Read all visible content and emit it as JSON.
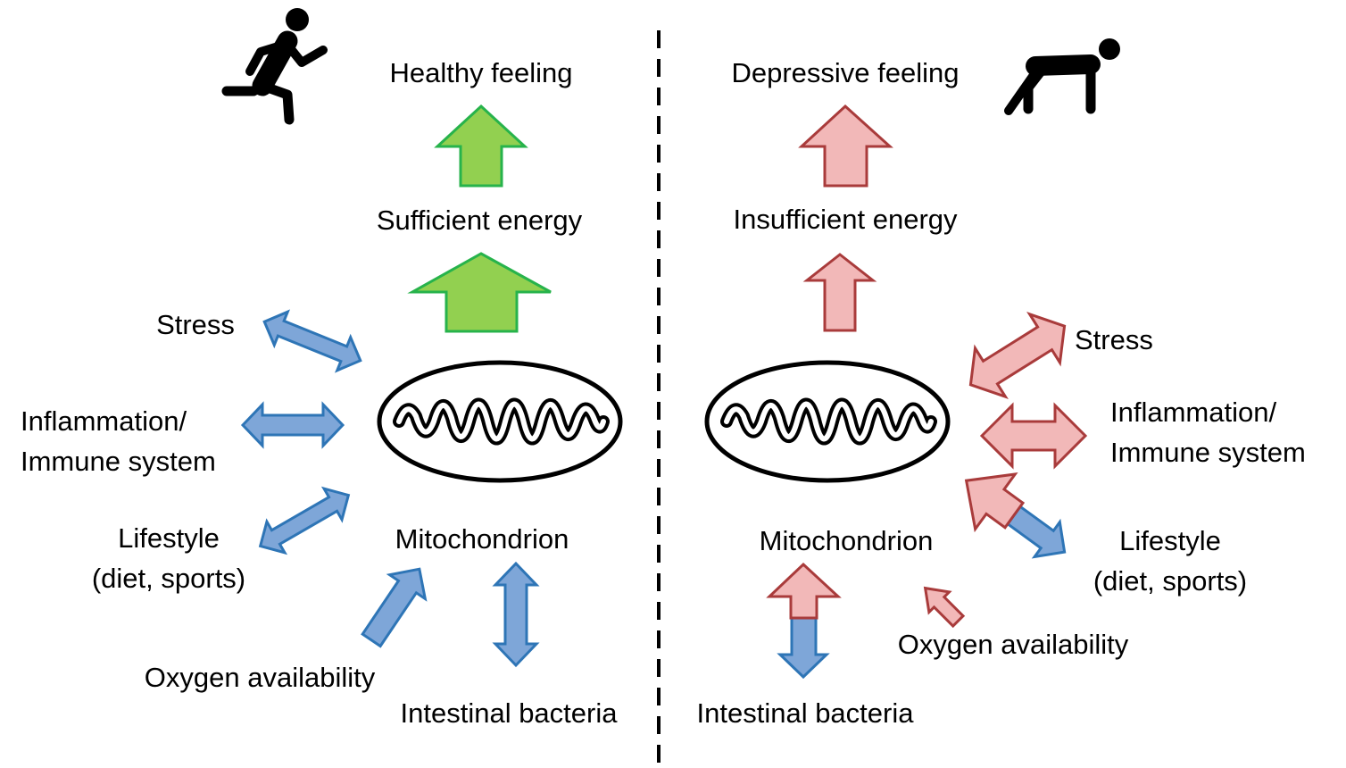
{
  "left_panel": {
    "top_label": "Healthy feeling",
    "energy_label": "Sufficient energy",
    "organelle_label": "Mitochondrion",
    "factors": {
      "stress": "Stress",
      "inflammation_line1": "Inflammation/",
      "inflammation_line2": "Immune system",
      "lifestyle_line1": "Lifestyle",
      "lifestyle_line2": "(diet, sports)",
      "oxygen": "Oxygen availability",
      "bacteria": "Intestinal bacteria"
    }
  },
  "right_panel": {
    "top_label": "Depressive feeling",
    "energy_label": "Insufficient energy",
    "organelle_label": "Mitochondrion",
    "factors": {
      "stress": "Stress",
      "inflammation_line1": "Inflammation/",
      "inflammation_line2": "Immune system",
      "lifestyle_line1": "Lifestyle",
      "lifestyle_line2": "(diet, sports)",
      "oxygen": "Oxygen availability",
      "bacteria": "Intestinal bacteria"
    }
  },
  "icons": {
    "left": "running-person-icon",
    "right": "exhausted-person-icon",
    "organelle": "mitochondrion-icon"
  },
  "colors": {
    "green_fill": "#92d050",
    "green_stroke": "#27b34b",
    "blue_fill": "#7ea6d8",
    "blue_stroke": "#2e75b6",
    "pink_fill": "#f2b8b8",
    "pink_stroke": "#a93b3b",
    "divider": "#000000"
  }
}
